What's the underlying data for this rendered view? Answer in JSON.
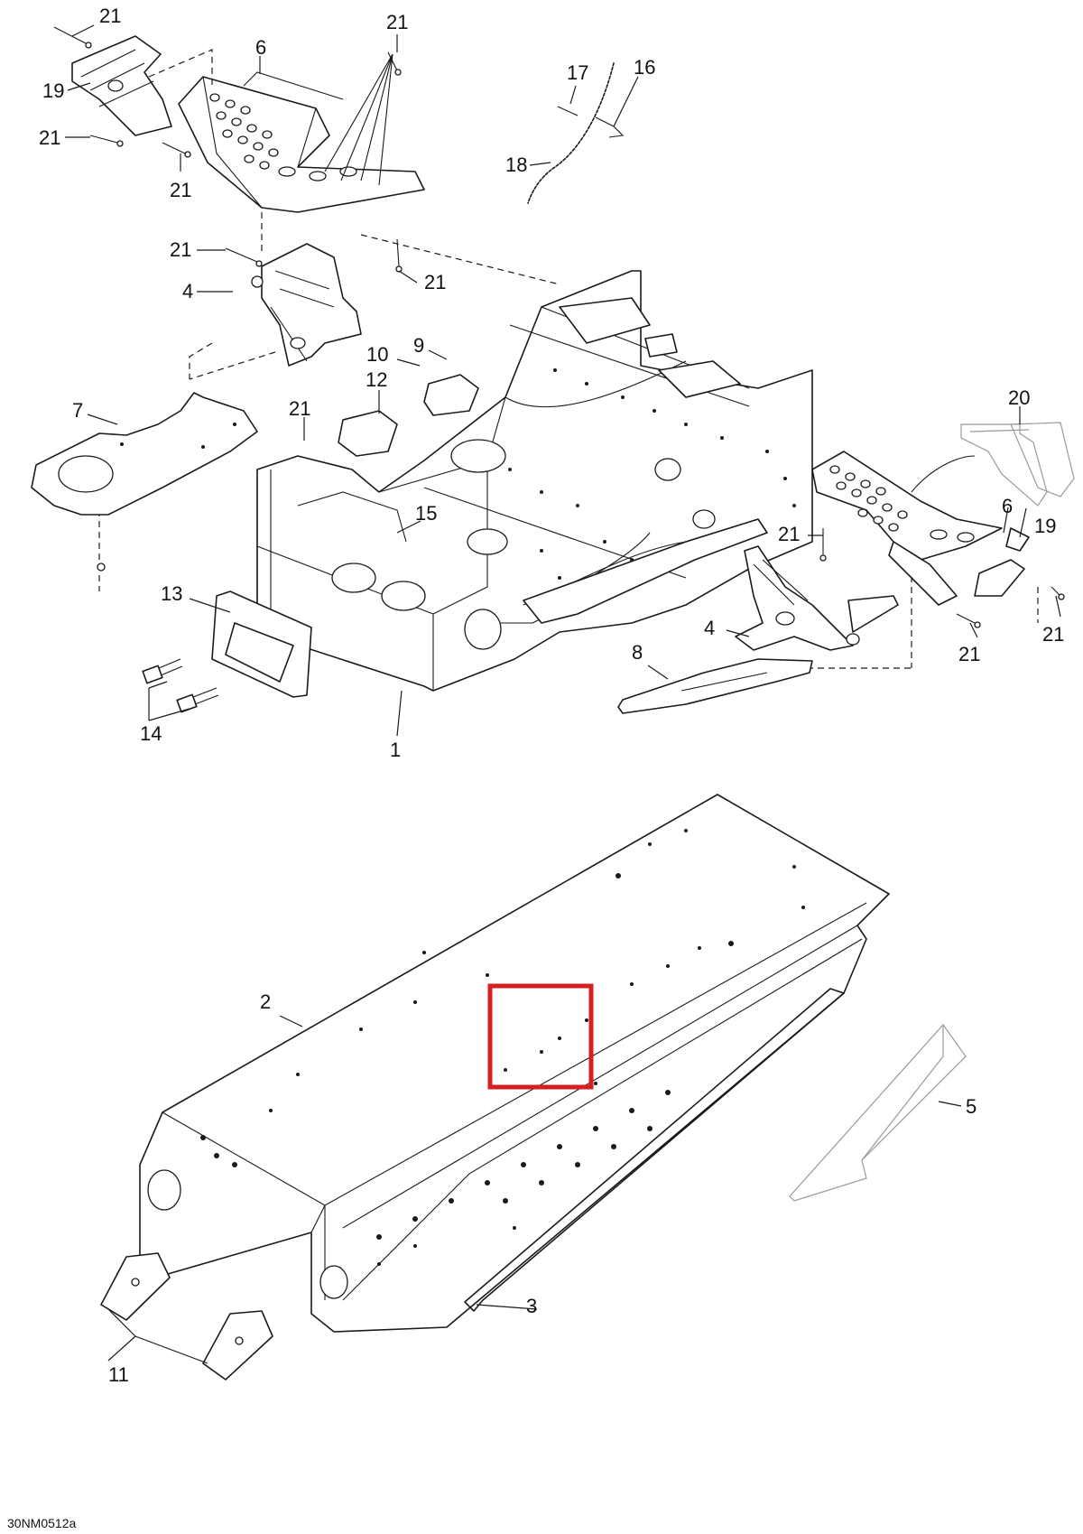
{
  "callouts": {
    "c21a": "21",
    "c21b": "21",
    "c21c": "21",
    "c21d": "21",
    "c21e": "21",
    "c21f": "21",
    "c21g": "21",
    "c21h": "21",
    "c21i": "21",
    "c21j": "21",
    "c19a": "19",
    "c19b": "19",
    "c6a": "6",
    "c6b": "6",
    "c4a": "4",
    "c4b": "4",
    "c17": "17",
    "c16": "16",
    "c18": "18",
    "c10": "10",
    "c9": "9",
    "c12": "12",
    "c7": "7",
    "c20": "20",
    "c15": "15",
    "c13": "13",
    "c14": "14",
    "c1": "1",
    "c8": "8",
    "c2": "2",
    "c5": "5",
    "c3": "3",
    "c11": "11"
  },
  "figure_code": "30NM0512a",
  "colors": {
    "line": "#1a1a1a",
    "faded_part": "#9a9a9a",
    "highlight_box": "#d62020",
    "background": "#ffffff"
  }
}
